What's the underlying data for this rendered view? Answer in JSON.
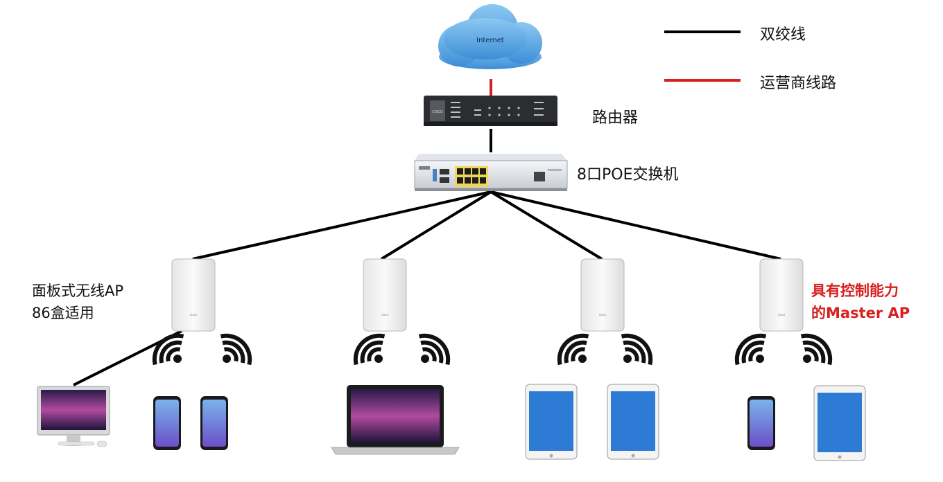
{
  "legend": {
    "items": [
      {
        "label": "双绞线",
        "color": "#000000"
      },
      {
        "label": "运营商线路",
        "color": "#d81e1e"
      }
    ]
  },
  "nodes": {
    "internet": {
      "label": "Internet",
      "icon": "cloud-icon"
    },
    "router": {
      "label": "路由器",
      "icon": "router-icon"
    },
    "switch": {
      "label": "8口POE交换机",
      "icon": "switch-icon"
    },
    "ap_note": {
      "line1": "面板式无线AP",
      "line2": "86盒适用"
    },
    "master_ap_note": {
      "line1": "具有控制能力",
      "line2": "的Master AP",
      "color": "#d81e1e"
    },
    "access_points": [
      {
        "icon": "wireless-ap-icon"
      },
      {
        "icon": "wireless-ap-icon"
      },
      {
        "icon": "wireless-ap-icon"
      },
      {
        "icon": "wireless-ap-icon",
        "role": "master"
      }
    ],
    "clients": [
      {
        "group": 1,
        "devices": [
          "desktop-computer-icon",
          "smartphone-icon",
          "smartphone-icon"
        ]
      },
      {
        "group": 2,
        "devices": [
          "laptop-icon"
        ]
      },
      {
        "group": 3,
        "devices": [
          "tablet-icon",
          "tablet-icon"
        ]
      },
      {
        "group": 4,
        "devices": [
          "smartphone-icon",
          "tablet-icon"
        ]
      }
    ]
  },
  "colors": {
    "twisted_pair": "#000000",
    "isp_line": "#d81e1e",
    "cloud": "#5aa3e0"
  }
}
